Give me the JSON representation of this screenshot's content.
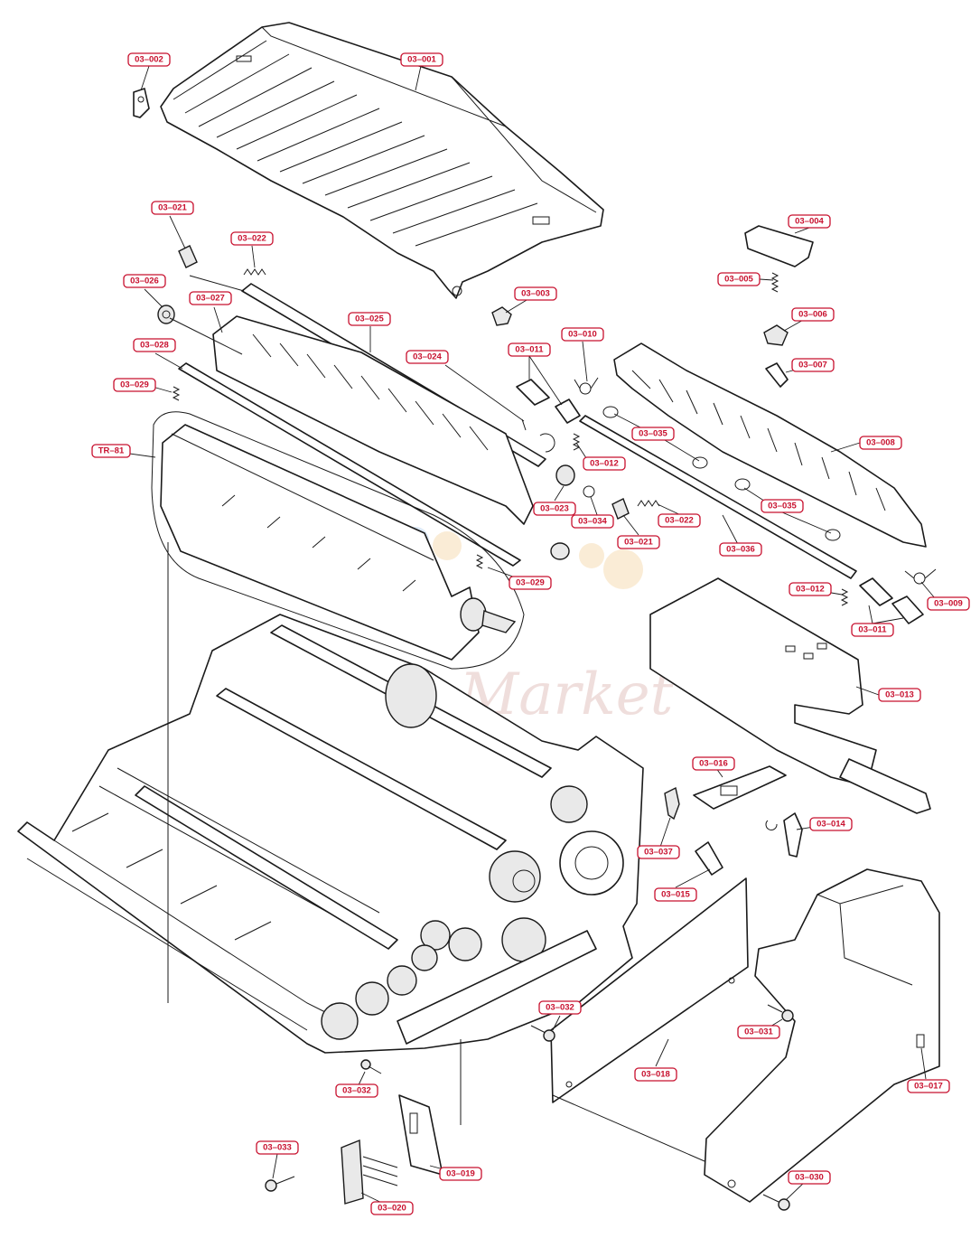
{
  "diagram": {
    "watermark": "InfoMarket",
    "labels": [
      {
        "id": "03-001",
        "text": "03–001"
      },
      {
        "id": "03-002",
        "text": "03–002"
      },
      {
        "id": "03-003",
        "text": "03–003"
      },
      {
        "id": "03-004",
        "text": "03–004"
      },
      {
        "id": "03-005",
        "text": "03–005"
      },
      {
        "id": "03-006",
        "text": "03–006"
      },
      {
        "id": "03-007",
        "text": "03–007"
      },
      {
        "id": "03-008",
        "text": "03–008"
      },
      {
        "id": "03-009",
        "text": "03–009"
      },
      {
        "id": "03-010",
        "text": "03–010"
      },
      {
        "id": "03-011a",
        "text": "03–011"
      },
      {
        "id": "03-011b",
        "text": "03–011"
      },
      {
        "id": "03-012a",
        "text": "03–012"
      },
      {
        "id": "03-012b",
        "text": "03–012"
      },
      {
        "id": "03-013",
        "text": "03–013"
      },
      {
        "id": "03-014",
        "text": "03–014"
      },
      {
        "id": "03-015",
        "text": "03–015"
      },
      {
        "id": "03-016",
        "text": "03–016"
      },
      {
        "id": "03-017",
        "text": "03–017"
      },
      {
        "id": "03-018",
        "text": "03–018"
      },
      {
        "id": "03-019",
        "text": "03–019"
      },
      {
        "id": "03-020",
        "text": "03–020"
      },
      {
        "id": "03-021a",
        "text": "03–021"
      },
      {
        "id": "03-021b",
        "text": "03–021"
      },
      {
        "id": "03-022a",
        "text": "03–022"
      },
      {
        "id": "03-022b",
        "text": "03–022"
      },
      {
        "id": "03-023",
        "text": "03–023"
      },
      {
        "id": "03-024",
        "text": "03–024"
      },
      {
        "id": "03-025",
        "text": "03–025"
      },
      {
        "id": "03-026",
        "text": "03–026"
      },
      {
        "id": "03-027",
        "text": "03–027"
      },
      {
        "id": "03-028",
        "text": "03–028"
      },
      {
        "id": "03-029a",
        "text": "03–029"
      },
      {
        "id": "03-029b",
        "text": "03–029"
      },
      {
        "id": "03-030",
        "text": "03–030"
      },
      {
        "id": "03-031",
        "text": "03–031"
      },
      {
        "id": "03-032a",
        "text": "03–032"
      },
      {
        "id": "03-032b",
        "text": "03–032"
      },
      {
        "id": "03-033",
        "text": "03–033"
      },
      {
        "id": "03-034",
        "text": "03–034"
      },
      {
        "id": "03-035a",
        "text": "03–035"
      },
      {
        "id": "03-035b",
        "text": "03–035"
      },
      {
        "id": "03-036",
        "text": "03–036"
      },
      {
        "id": "03-037",
        "text": "03–037"
      },
      {
        "id": "TR-81",
        "text": "TR–81"
      }
    ]
  }
}
